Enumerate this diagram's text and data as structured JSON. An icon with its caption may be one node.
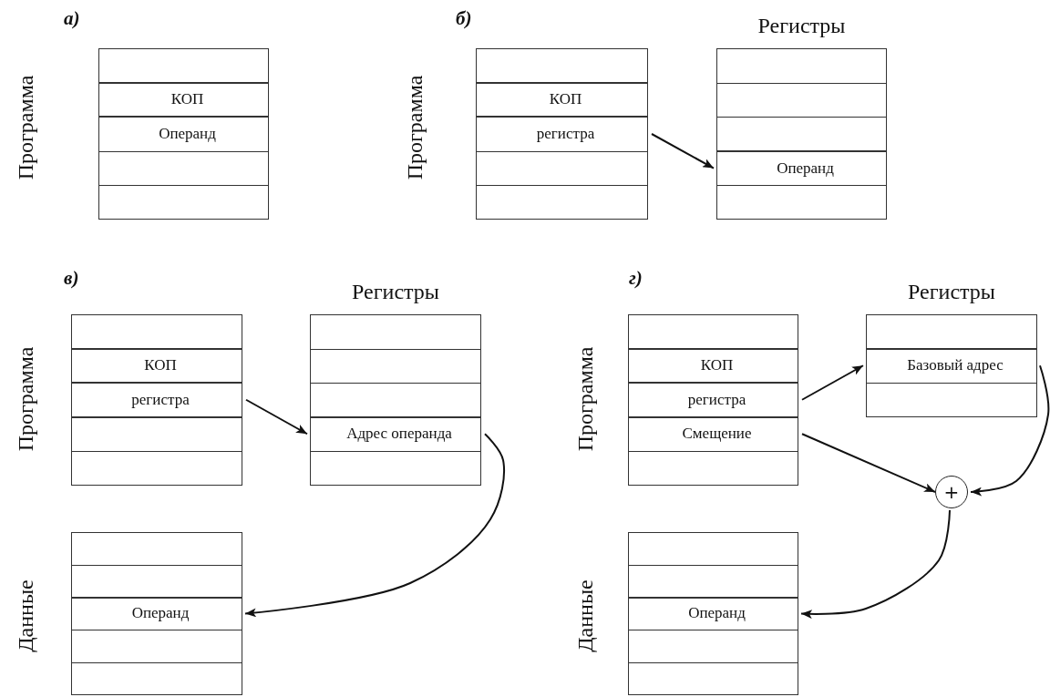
{
  "diagram": {
    "nodes": [
      {
        "text": [
          "Программа"
        ]
      },
      {
        "text": [
          "КОП"
        ],
        "in": 0
      },
      {
        "text": [
          "Операнд"
        ],
        "in": 0
      },
      {
        "text": [
          "Программа"
        ]
      },
      {
        "text": [
          "КОП"
        ],
        "in": 3
      },
      {
        "text": [
          "регистра"
        ],
        "in": 3
      },
      {
        "text": [
          "Регистры"
        ]
      },
      {
        "text": [
          "Операнд"
        ],
        "in": 6
      },
      {
        "text": [
          "Программа"
        ]
      },
      {
        "text": [
          "КОП"
        ],
        "in": 8
      },
      {
        "text": [
          "регистра"
        ],
        "in": 8
      },
      {
        "text": [
          "Регистры"
        ]
      },
      {
        "text": [
          "Адрес операнда"
        ],
        "in": 11
      },
      {
        "text": [
          "Данные"
        ]
      },
      {
        "text": [
          "Операнд"
        ],
        "in": 13
      },
      {
        "text": [
          "Программа"
        ]
      },
      {
        "text": [
          "КОП"
        ],
        "in": 15
      },
      {
        "text": [
          "регистра"
        ],
        "in": 15
      },
      {
        "text": [
          "Смещение"
        ],
        "in": 15
      },
      {
        "text": [
          "Регистры"
        ]
      },
      {
        "text": [
          "Базовый адрес"
        ],
        "in": 19
      },
      {
        "text": [
          "+"
        ]
      },
      {
        "text": [
          "Данные"
        ]
      },
      {
        "text": [
          "Операнд"
        ],
        "in": 22
      }
    ],
    "edges": [
      {
        "from": 5,
        "to": 7,
        "arrow": "to"
      },
      {
        "from": 10,
        "to": 12,
        "arrow": "to"
      },
      {
        "from": 12,
        "to": 14,
        "arrow": "to"
      },
      {
        "from": 17,
        "to": 20,
        "arrow": "to"
      },
      {
        "from": 18,
        "to": 21,
        "arrow": "to"
      },
      {
        "from": 20,
        "to": 21,
        "arrow": "to"
      },
      {
        "from": 21,
        "to": 23,
        "arrow": "to"
      }
    ],
    "labels": [
      "а)",
      "б)",
      "в)",
      "г)"
    ]
  }
}
